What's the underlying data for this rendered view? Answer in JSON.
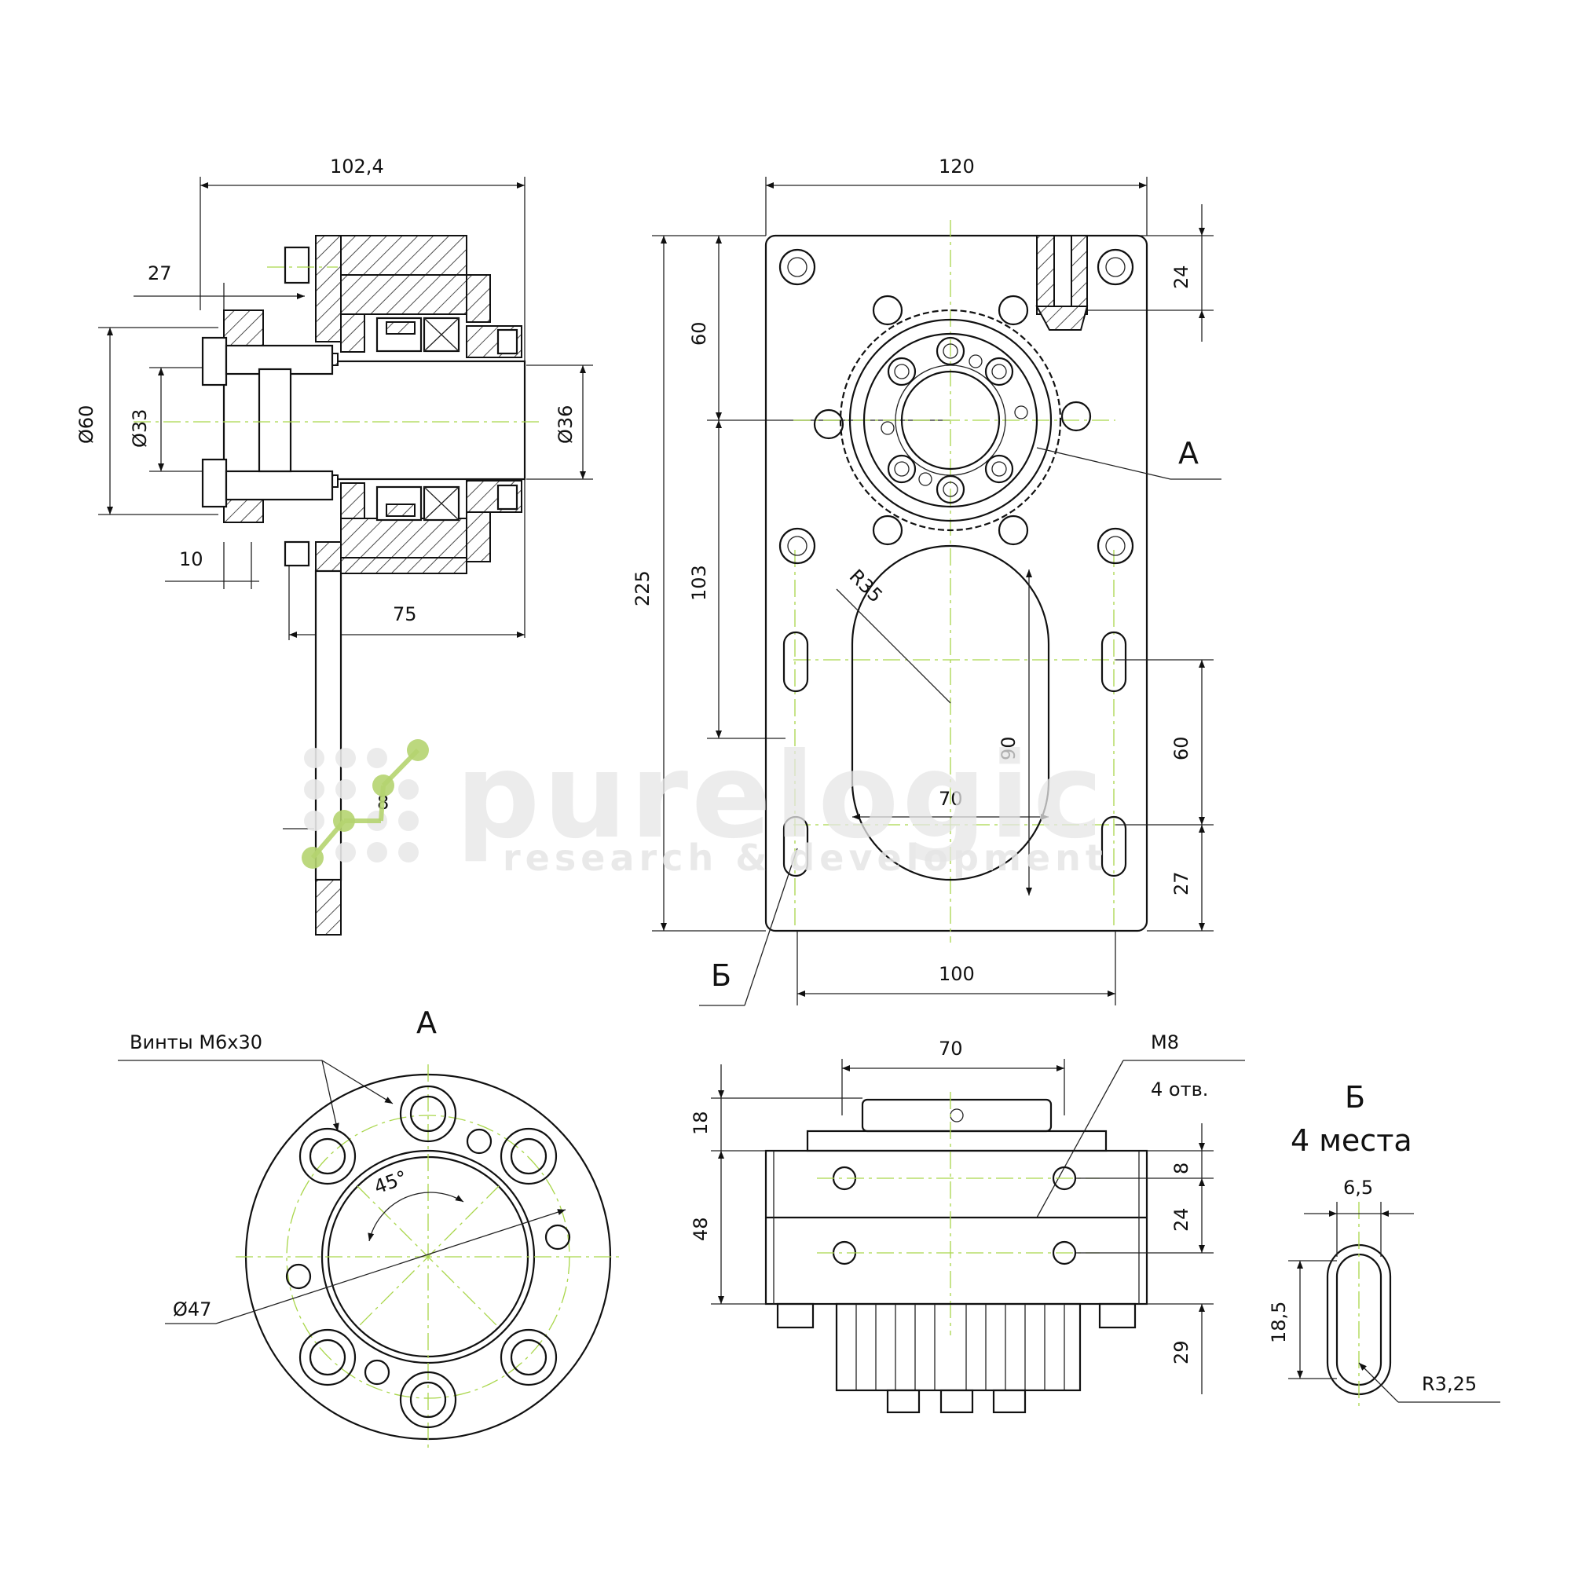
{
  "side_view": {
    "dim_overall_width": "102,4",
    "dim_27": "27",
    "dim_dia60": "Ø60",
    "dim_dia33": "Ø33",
    "dim_dia36": "Ø36",
    "dim_10_inner": "10",
    "dim_10_bottom": "10",
    "dim_75": "75",
    "dim_8": "8"
  },
  "front_view": {
    "dim_120": "120",
    "dim_24": "24",
    "dim_60_top": "60",
    "dim_225": "225",
    "dim_103": "103",
    "dim_r35": "R35",
    "dim_90": "90",
    "dim_70": "70",
    "dim_60_right": "60",
    "dim_27": "27",
    "dim_100": "100",
    "label_a": "А",
    "label_b": "Б"
  },
  "detail_a": {
    "title": "А",
    "note_screws": "Винты М6х30",
    "angle": "45°",
    "dia47": "Ø47"
  },
  "bottom_view": {
    "dim_70": "70",
    "thread": "М8",
    "holes": "4 отв.",
    "dim_18": "18",
    "dim_48": "48",
    "dim_8": "8",
    "dim_24": "24",
    "dim_29": "29"
  },
  "detail_b": {
    "title": "Б",
    "subtitle": "4 места",
    "dim_width": "6,5",
    "dim_length": "18,5",
    "radius": "R3,25"
  },
  "watermark": {
    "brand": "purelogic",
    "tagline": "research & development",
    "accent_color": "#a9d64a"
  }
}
